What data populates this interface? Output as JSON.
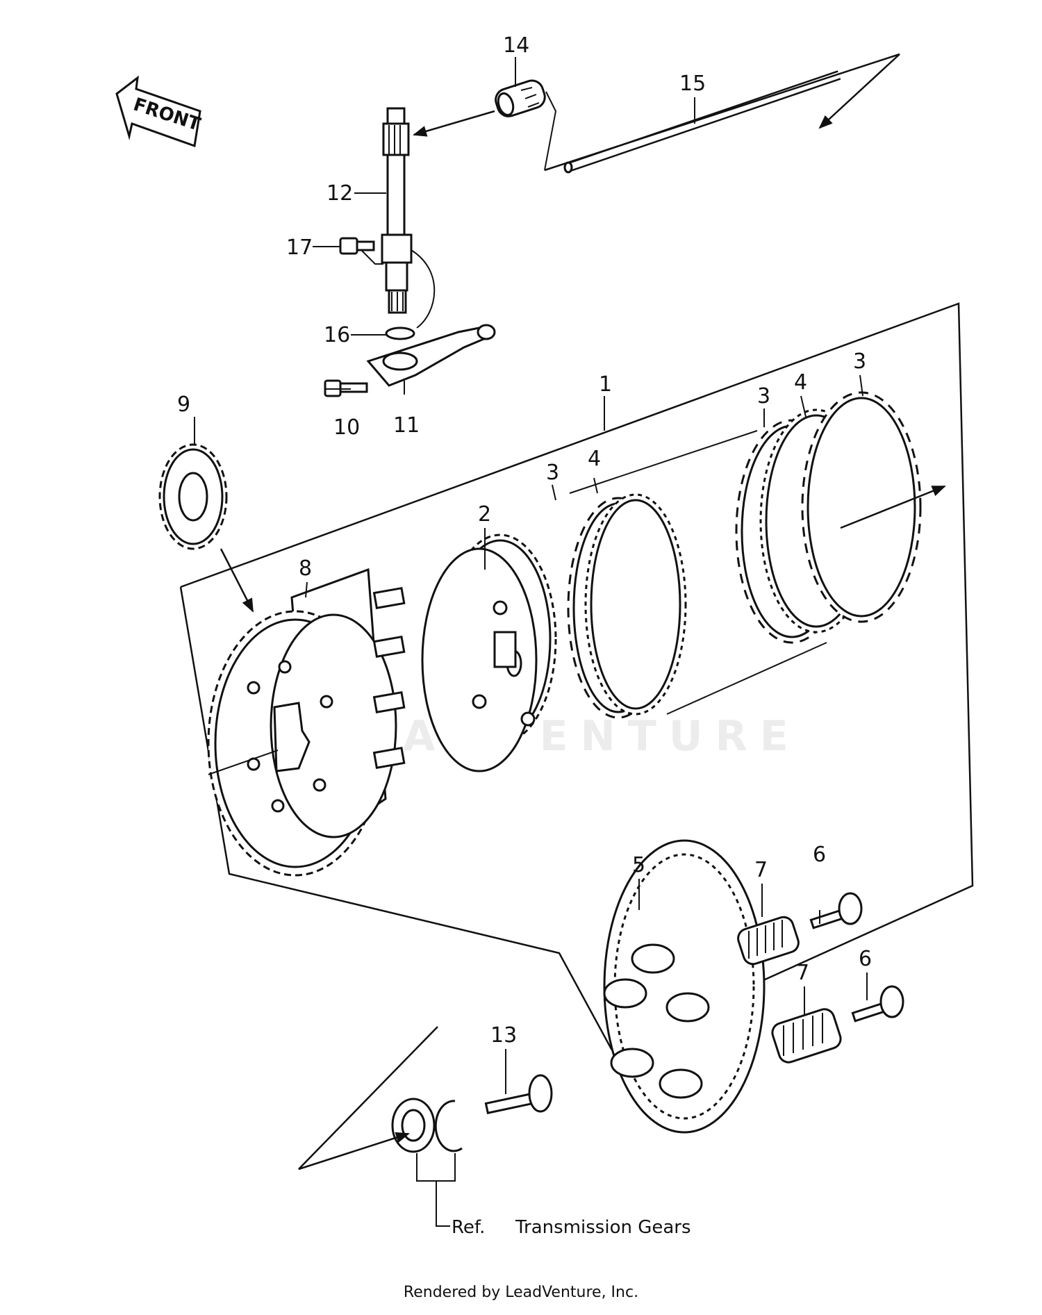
{
  "front_label": "FRONT",
  "watermark": "ADVENTURE",
  "callouts": {
    "c1": "1",
    "c2": "2",
    "c3a": "3",
    "c3b": "3",
    "c3c": "3",
    "c4a": "4",
    "c4b": "4",
    "c5": "5",
    "c6a": "6",
    "c6b": "6",
    "c7a": "7",
    "c7b": "7",
    "c8": "8",
    "c9": "9",
    "c10": "10",
    "c11": "11",
    "c12": "12",
    "c13": "13",
    "c14": "14",
    "c15": "15",
    "c16": "16",
    "c17": "17"
  },
  "ref_label": "Ref.",
  "ref_note": "Transmission Gears",
  "footer": "Rendered by LeadVenture, Inc."
}
